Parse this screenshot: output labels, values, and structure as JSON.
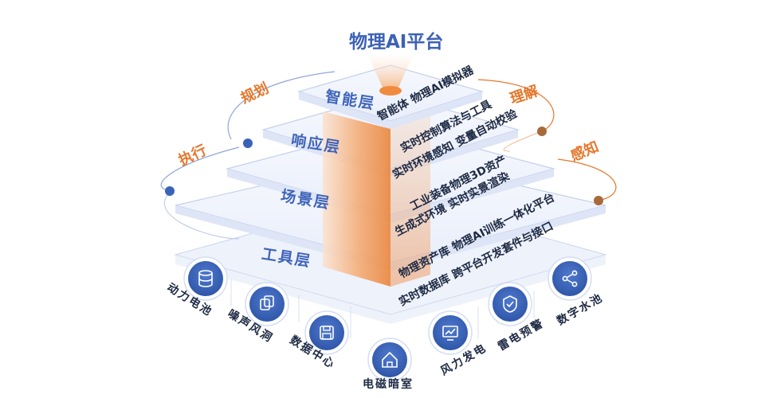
{
  "title": "物理AI平台",
  "layers": [
    {
      "name": "智能层",
      "features": [
        "智能体 物理AI模拟器"
      ]
    },
    {
      "name": "响应层",
      "features": [
        "实时控制算法与工具",
        "实时环境感知 变量自动校验"
      ]
    },
    {
      "name": "场景层",
      "features": [
        "工业装备物理3D资产",
        "生成式环境  实时实景渲染"
      ]
    },
    {
      "name": "工具层",
      "features": [
        "物理资产库  物理AI训练一体化平台",
        "实时数据库  跨平台开发套件与接口"
      ]
    }
  ],
  "orbit_labels": {
    "plan": "规划",
    "execute": "执行",
    "understand": "理解",
    "sense": "感知"
  },
  "scenarios": [
    {
      "label": "动力电池",
      "icon": "database-icon"
    },
    {
      "label": "噪声风洞",
      "icon": "copy-icon"
    },
    {
      "label": "数据中心",
      "icon": "save-icon"
    },
    {
      "label": "电磁暗室",
      "icon": "home-icon"
    },
    {
      "label": "风力发电",
      "icon": "chart-icon"
    },
    {
      "label": "雷电预警",
      "icon": "shield-check-icon"
    },
    {
      "label": "数字水池",
      "icon": "share-icon"
    }
  ],
  "colors": {
    "accent_blue": "#3d62b6",
    "accent_orange": "#e6772c",
    "node_blue": "#3a62b8"
  }
}
